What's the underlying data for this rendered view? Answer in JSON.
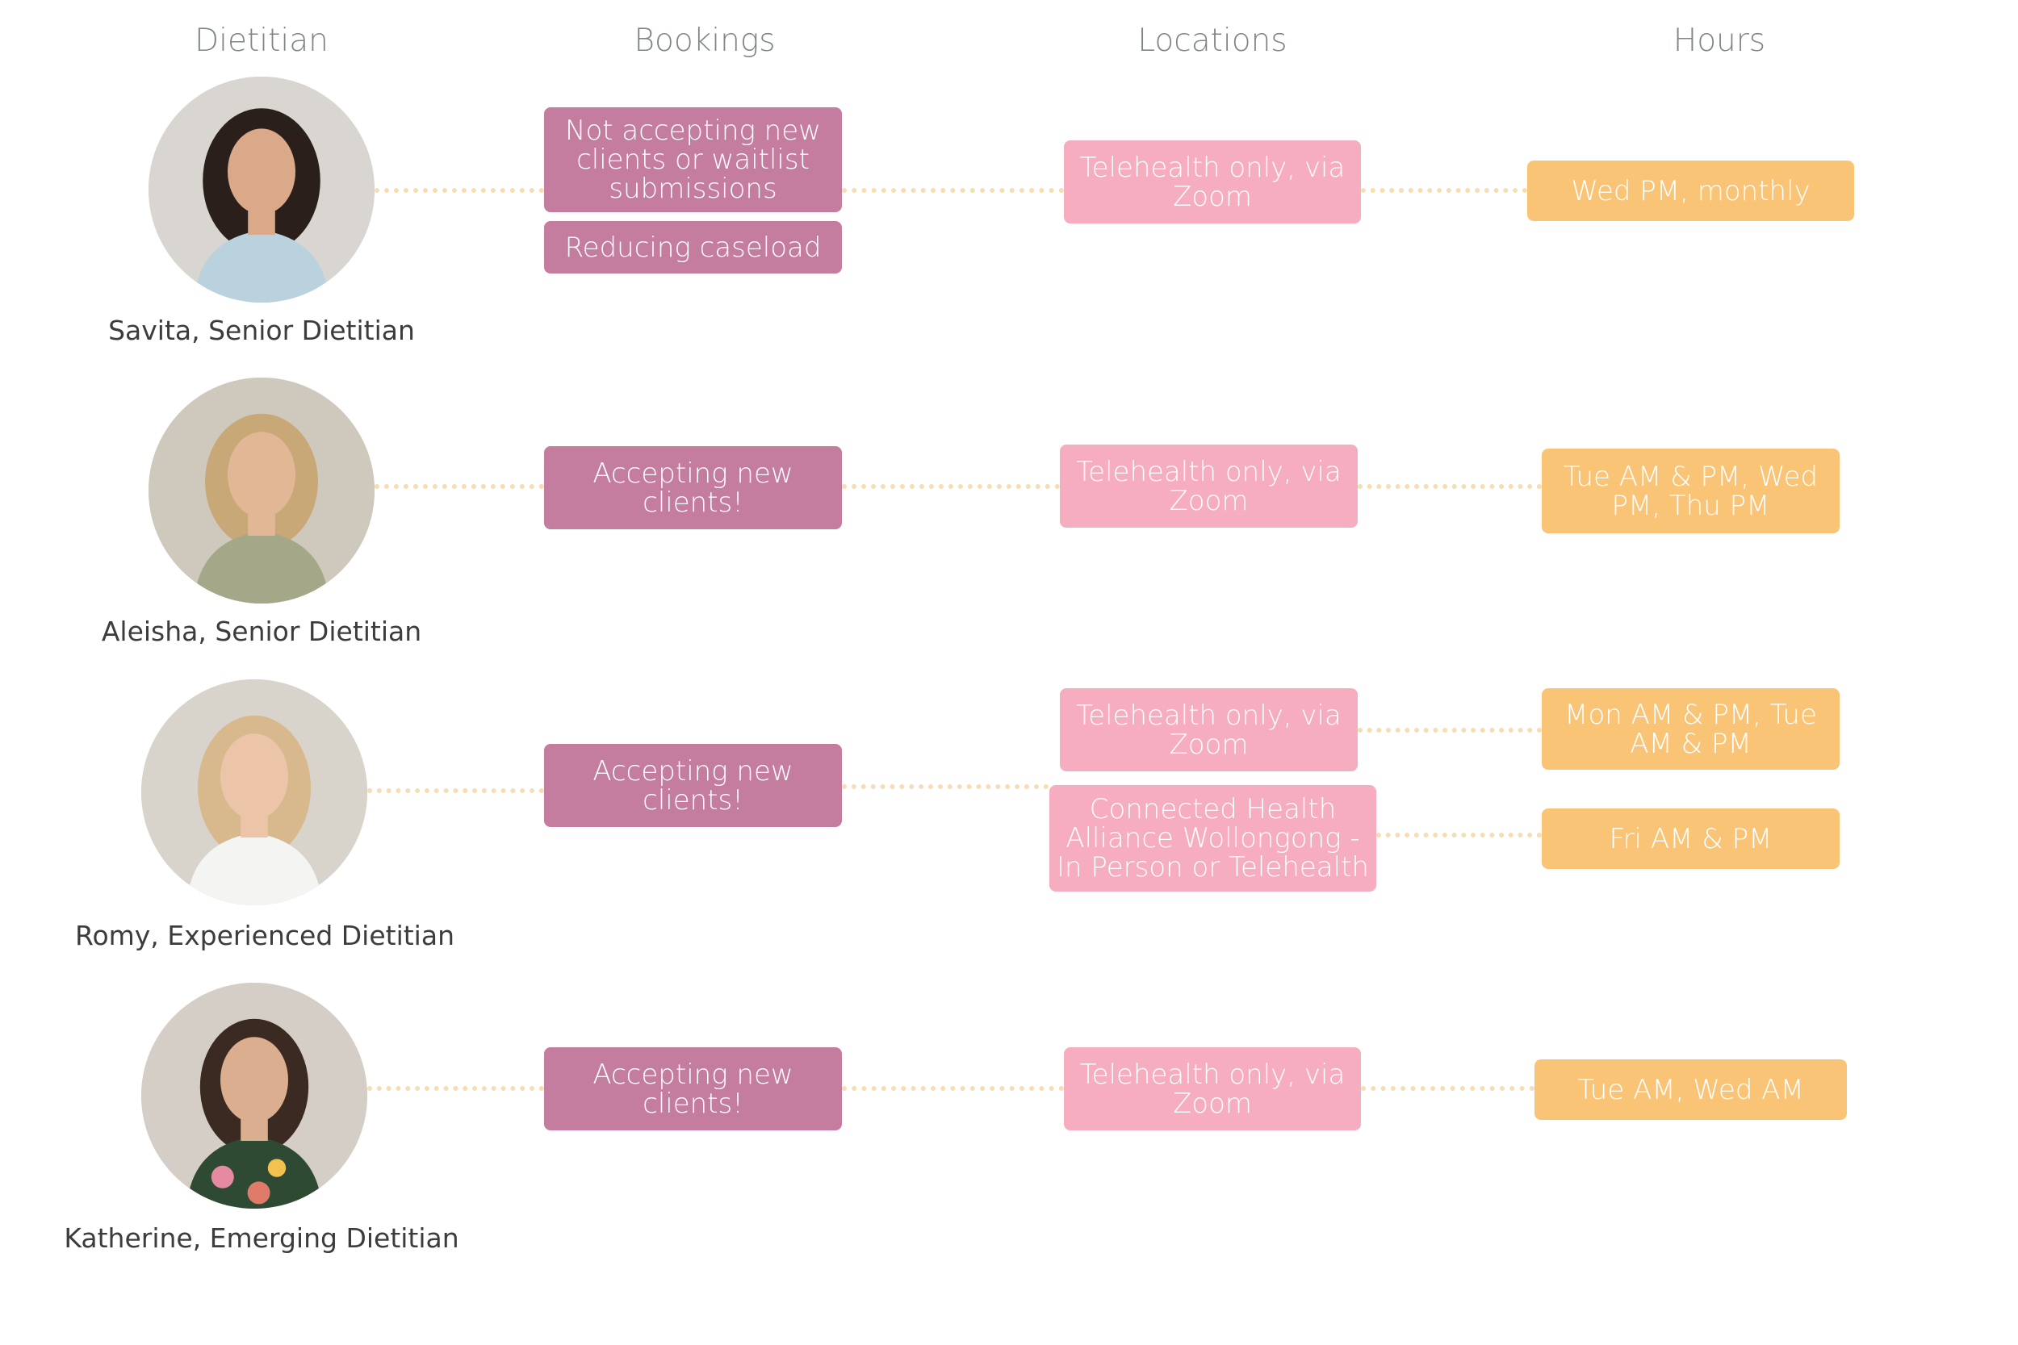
{
  "headers": {
    "dietitian": "Dietitian",
    "bookings": "Bookings",
    "locations": "Locations",
    "hours": "Hours"
  },
  "colors": {
    "booking": "#c47d9f",
    "location": "#f6adc0",
    "hours": "#fac477",
    "connector": "#f6ddb3",
    "header_text": "#7f8585"
  },
  "dietitians": [
    {
      "name": "Savita, Senior Dietitian",
      "bookings": [
        "Not accepting new clients or waitlist submissions",
        "Reducing caseload"
      ],
      "locations": [
        "Telehealth only, via Zoom"
      ],
      "hours": [
        "Wed PM, monthly"
      ]
    },
    {
      "name": "Aleisha, Senior Dietitian",
      "bookings": [
        "Accepting new clients!"
      ],
      "locations": [
        "Telehealth only, via Zoom"
      ],
      "hours": [
        "Tue AM & PM, Wed PM, Thu PM"
      ]
    },
    {
      "name": "Romy, Experienced Dietitian",
      "bookings": [
        "Accepting new clients!"
      ],
      "locations": [
        "Telehealth only, via Zoom",
        "Connected Health Alliance Wollongong - In Person or Telehealth"
      ],
      "hours": [
        "Mon AM & PM, Tue AM & PM",
        "Fri AM & PM"
      ]
    },
    {
      "name": "Katherine, Emerging Dietitian",
      "bookings": [
        "Accepting new clients!"
      ],
      "locations": [
        "Telehealth only, via Zoom"
      ],
      "hours": [
        "Tue AM, Wed AM"
      ]
    }
  ]
}
